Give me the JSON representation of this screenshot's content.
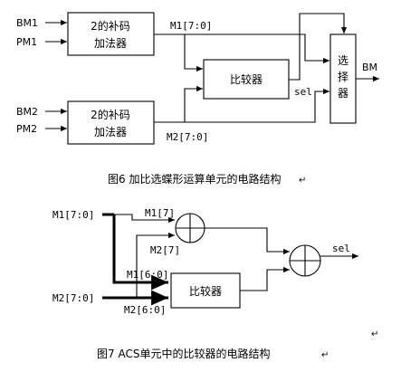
{
  "figure6": {
    "inputs": {
      "bm1": "BM1",
      "pm1": "PM1",
      "bm2": "BM2",
      "pm2": "PM2"
    },
    "adder_top": {
      "line1": "2的补码",
      "line2": "加法器"
    },
    "adder_bottom": {
      "line1": "2的补码",
      "line2": "加法器"
    },
    "comparator": "比较器",
    "selector": {
      "line1": "选",
      "line2": "择",
      "line3": "器"
    },
    "signals": {
      "m1": "M1[7:0]",
      "m2": "M2[7:0]",
      "sel": "sel"
    },
    "output": "BM",
    "caption": "图6 加比选蝶形运算单元的电路结构"
  },
  "figure7": {
    "inputs": {
      "m1": "M1[7:0]",
      "m2": "M2[7:0]"
    },
    "taps": {
      "m1_msb": "M1[7]",
      "m2_msb": "M2[7]",
      "m1_low": "M1[6:0]",
      "m2_low": "M2[6:0]"
    },
    "comparator": "比较器",
    "output": "sel",
    "caption": "图7 ACS单元中的比较器的电路结构"
  },
  "colors": {
    "line": "#000000",
    "background": "#ffffff",
    "para_mark": "#888888"
  }
}
